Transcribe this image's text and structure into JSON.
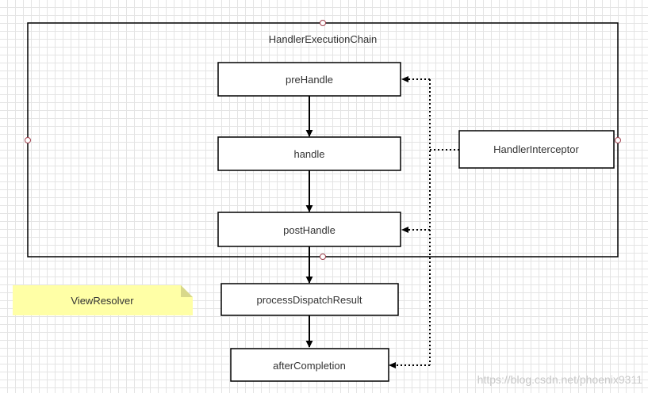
{
  "diagram": {
    "container": {
      "label": "HandlerExecutionChain"
    },
    "nodes": {
      "pre_handle": "preHandle",
      "handle": "handle",
      "post_handle": "postHandle",
      "interceptor": "HandlerInterceptor",
      "process_dispatch_result": "processDispatchResult",
      "after_completion": "afterCompletion"
    },
    "note": {
      "label": "ViewResolver",
      "color": "#ffffa6"
    }
  },
  "watermark": "https://blog.csdn.net/phoenix9311"
}
